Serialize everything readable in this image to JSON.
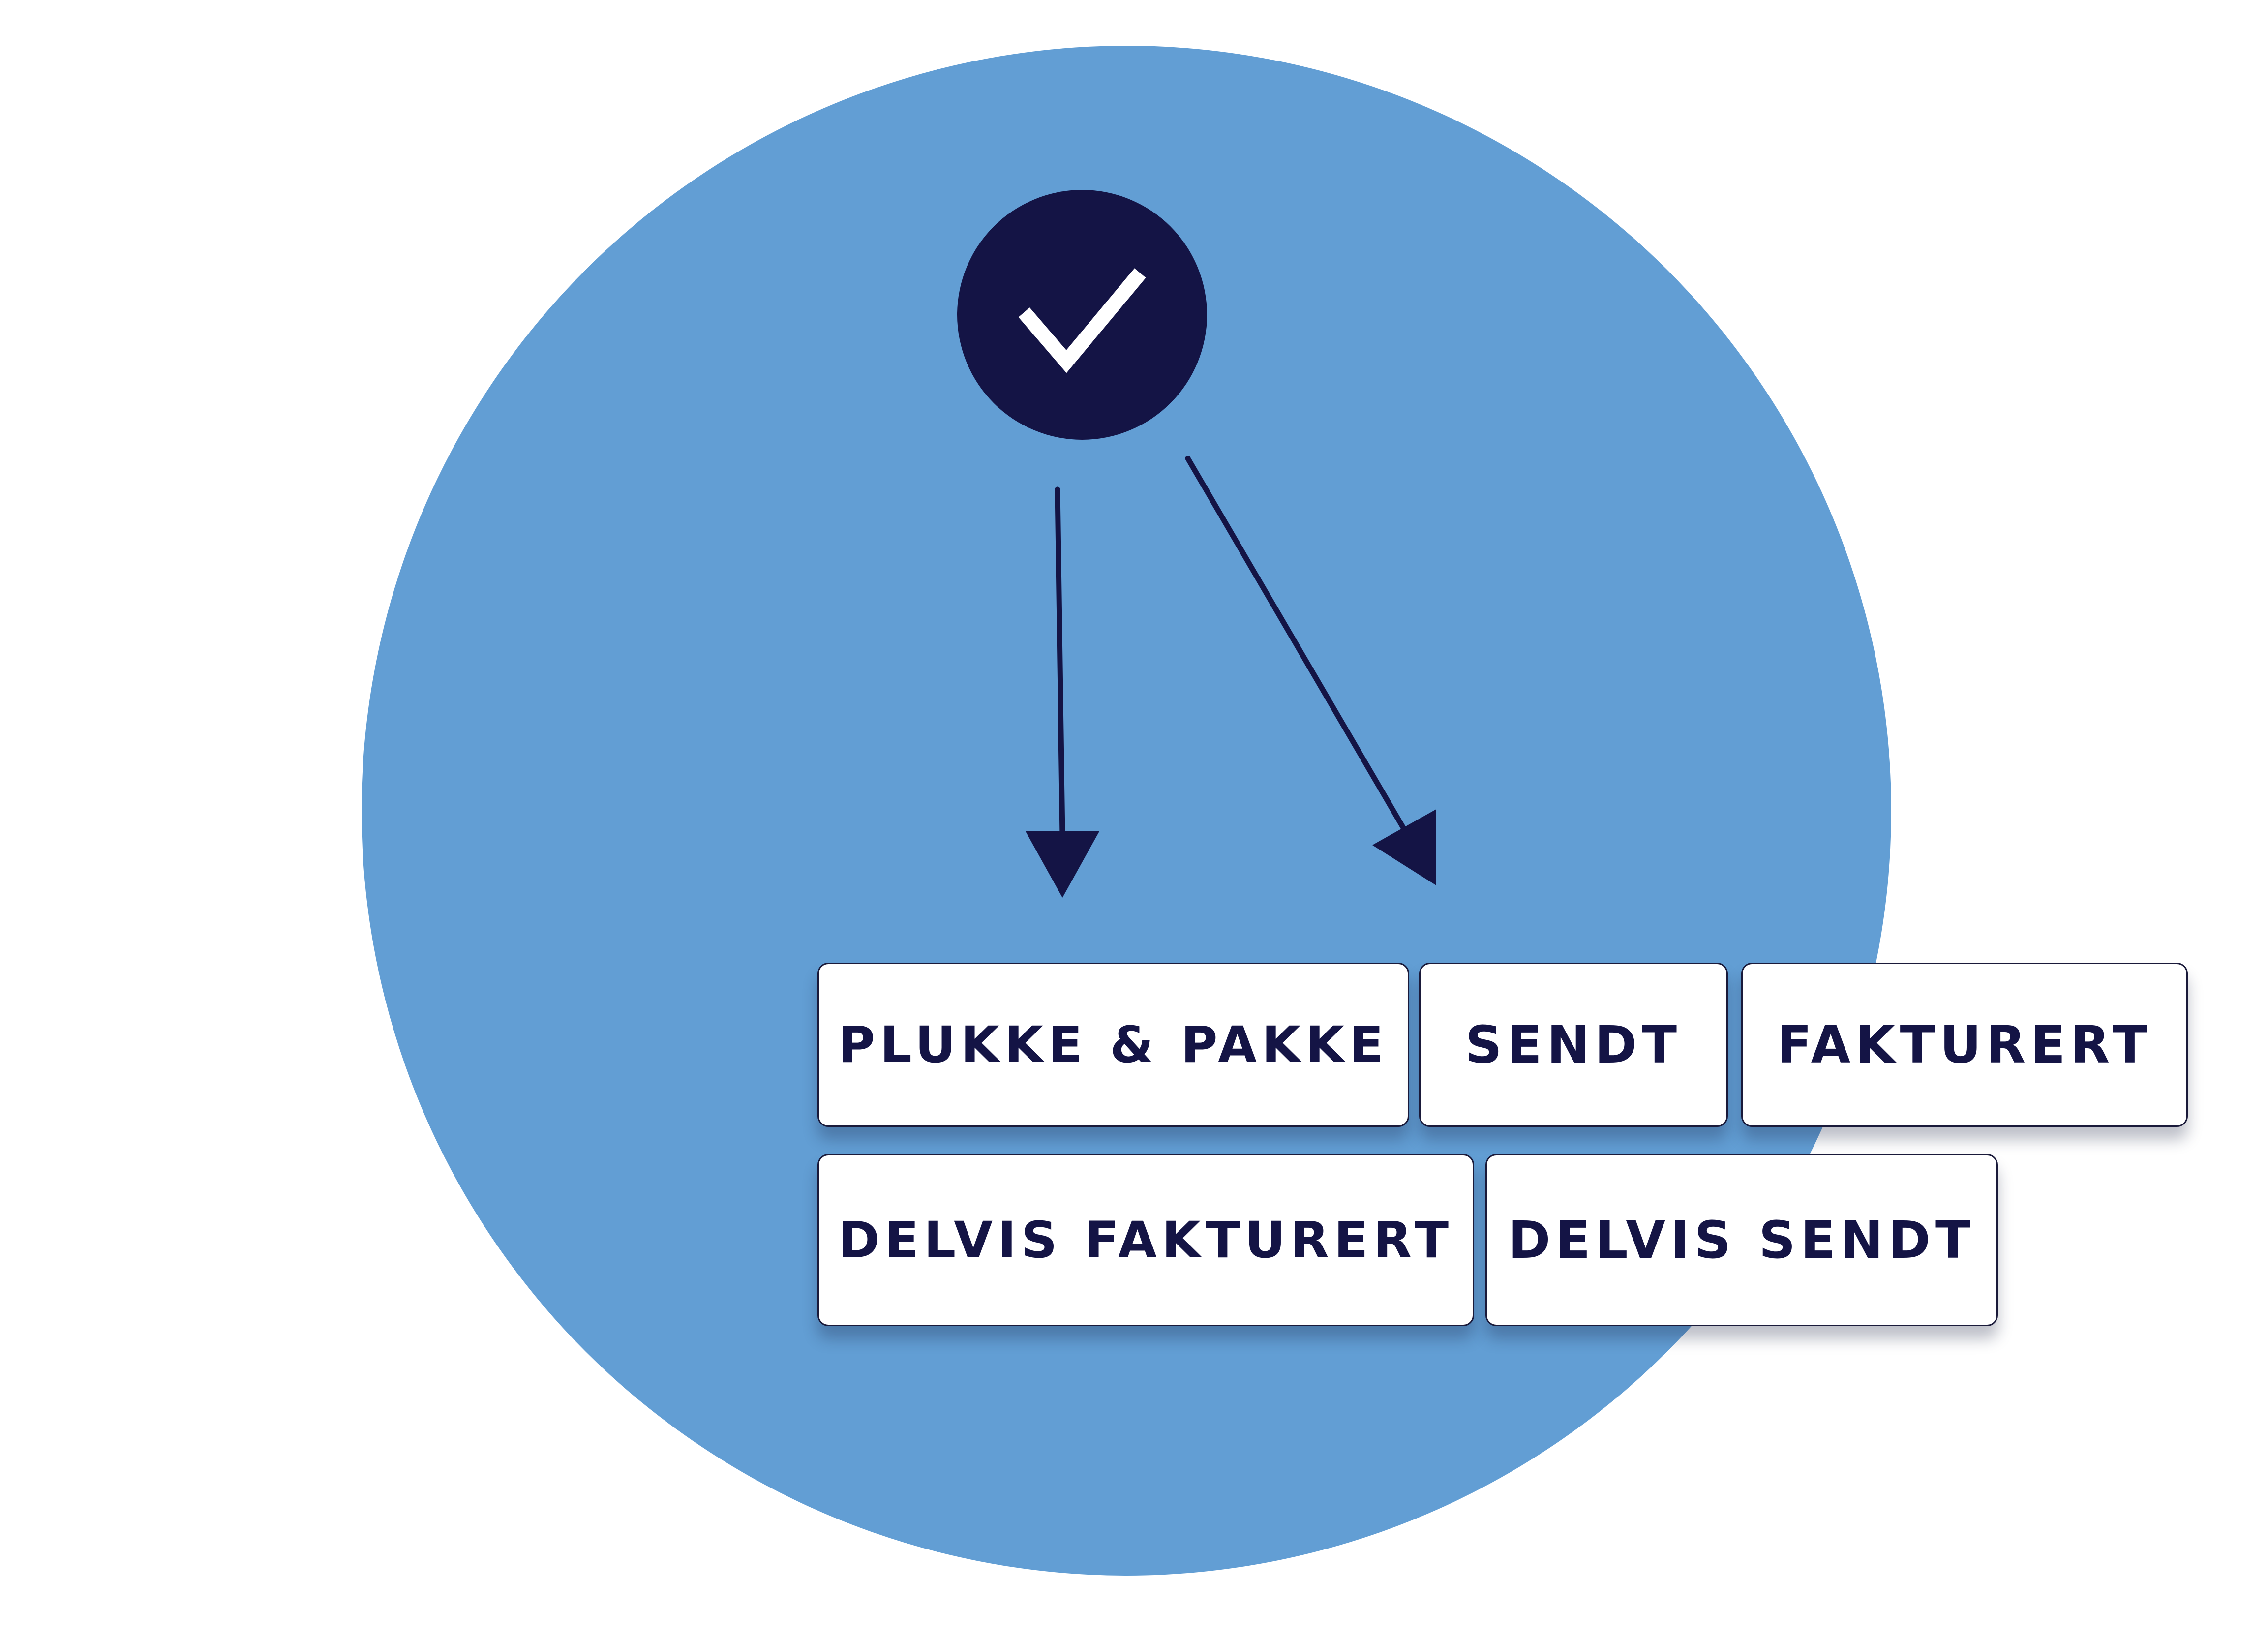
{
  "colors": {
    "background": "#ffffff",
    "circle_fill": "#629ed4",
    "node_fill": "#141445",
    "check_stroke": "#ffffff",
    "arrow": "#141445",
    "box_fill": "#ffffff",
    "box_border": "#1a1a3a",
    "label_text": "#141445"
  },
  "icons": {
    "status_node": "check-icon"
  },
  "statuses": [
    {
      "label": "PLUKKE & PAKKE"
    },
    {
      "label": "SENDT"
    },
    {
      "label": "FAKTURERT"
    },
    {
      "label": "DELVIS FAKTURERT"
    },
    {
      "label": "DELVIS SENDT"
    }
  ]
}
